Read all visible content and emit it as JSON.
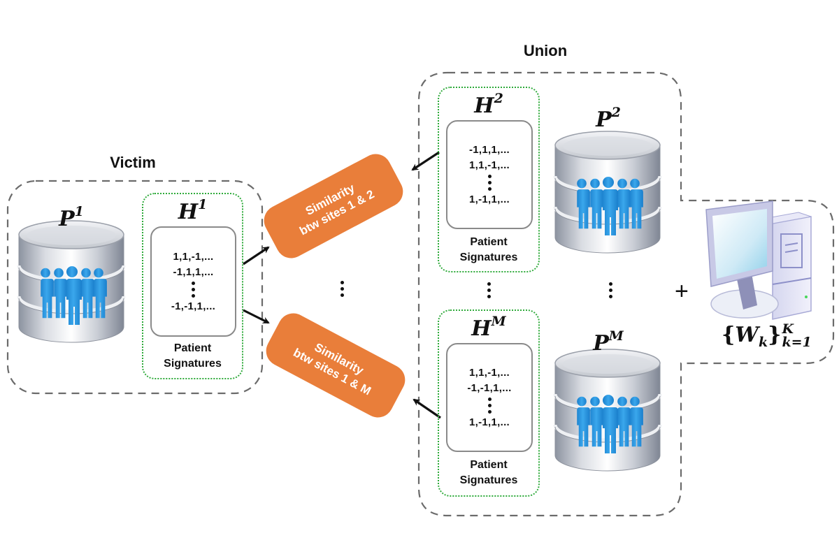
{
  "victim": {
    "title": "Victim",
    "database": {
      "label_base": "P",
      "label_sup": "1",
      "icon": "patient-database-icon"
    },
    "signatures": {
      "label_base": "H",
      "label_sup": "1",
      "lines": [
        "1,1,-1,...",
        "-1,1,1,...",
        "-1,-1,1,..."
      ],
      "caption_line1": "Patient",
      "caption_line2": "Signatures"
    }
  },
  "similarity": [
    {
      "line1": "Similarity",
      "line2": "btw sites 1 & 2"
    },
    {
      "line1": "Similarity",
      "line2": "btw sites 1 & M"
    }
  ],
  "union": {
    "title": "Union",
    "sites": [
      {
        "database": {
          "label_base": "P",
          "label_sup": "2"
        },
        "signatures": {
          "label_base": "H",
          "label_sup": "2",
          "lines": [
            "-1,1,1,...",
            "1,1,-1,...",
            "1,-1,1,..."
          ],
          "caption_line1": "Patient",
          "caption_line2": "Signatures"
        }
      },
      {
        "database": {
          "label_base": "P",
          "label_sup": "M"
        },
        "signatures": {
          "label_base": "H",
          "label_sup": "M",
          "lines": [
            "1,1,-1,...",
            "-1,-1,1,...",
            "1,-1,1,..."
          ],
          "caption_line1": "Patient",
          "caption_line2": "Signatures"
        }
      }
    ]
  },
  "model": {
    "plus": "+",
    "label_open": "{",
    "label_base": "W",
    "label_sub_k": "k",
    "label_close": "}",
    "label_sup": "K",
    "label_sub": "k=1",
    "icon": "computer-icon"
  },
  "colors": {
    "similarity_fill": "#e97e3a",
    "signature_border": "#2eaa3a",
    "dashed_border": "#6b6b6b",
    "people": "#2a95db"
  }
}
